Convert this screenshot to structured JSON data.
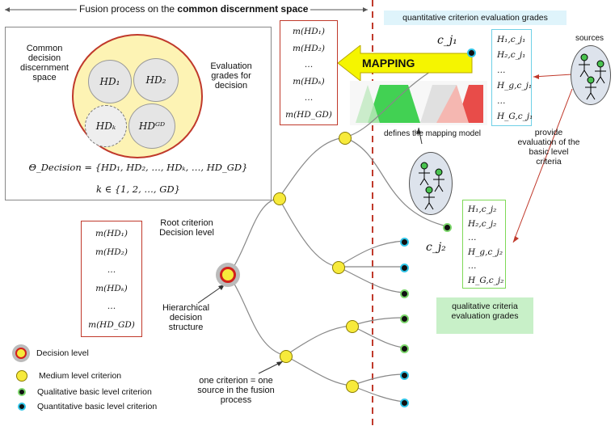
{
  "header": {
    "title_prefix": "Fusion process on the ",
    "title_bold": "common discernment space"
  },
  "discernment_panel": {
    "label_common": "Common decision discernment space",
    "label_eval": "Evaluation grades for decision",
    "hd1": "HD₁",
    "hd2": "HD₂",
    "hdk": "HDₖ",
    "hdgd": "HDᴳᴰ",
    "theta": "Θ_Decision = {HD₁, HD₂, …, HDₖ, …, HD_GD}",
    "k_range": "k ∈ {1, 2, …, GD}"
  },
  "mass_list_top": [
    "m(HD₁)",
    "m(HD₂)",
    "…",
    "m(HDₖ)",
    "…",
    "m(HD_GD)"
  ],
  "mass_list_left": [
    "m(HD₁)",
    "m(HD₂)",
    "…",
    "m(HDₖ)",
    "…",
    "m(HD_GD)"
  ],
  "mapping": {
    "label": "MAPPING",
    "defines": "defines the mapping model",
    "cj1": "c_j₁",
    "cj2": "c_j₂"
  },
  "quant_grades": {
    "title": "quantitative criterion evaluation grades",
    "items": [
      "H₁,c_j₁",
      "H₂,c_j₁",
      "…",
      "H_g,c_j₁",
      "…",
      "H_G,c_j₁"
    ]
  },
  "qual_grades": {
    "title": "qualitative criteria evaluation grades",
    "items": [
      "H₁,c_j₂",
      "H₂,c_j₂",
      "…",
      "H_g,c_j₂",
      "…",
      "H_G,c_j₂"
    ]
  },
  "sources": {
    "label": "sources",
    "provide": "provide evaluation of the basic level criteria"
  },
  "tree_labels": {
    "root": "Root criterion Decision level",
    "hier": "Hierarchical decision structure",
    "one": "one criterion = one source in the fusion process"
  },
  "legend": {
    "items": [
      {
        "label": "Decision level",
        "icon": "decision-level-icon"
      },
      {
        "label": "Medium level criterion",
        "icon": "medium-criterion-icon"
      },
      {
        "label": "Qualitative basic level criterion",
        "icon": "qualitative-criterion-icon"
      },
      {
        "label": "Quantitative basic level criterion",
        "icon": "quantitative-criterion-icon"
      }
    ]
  }
}
